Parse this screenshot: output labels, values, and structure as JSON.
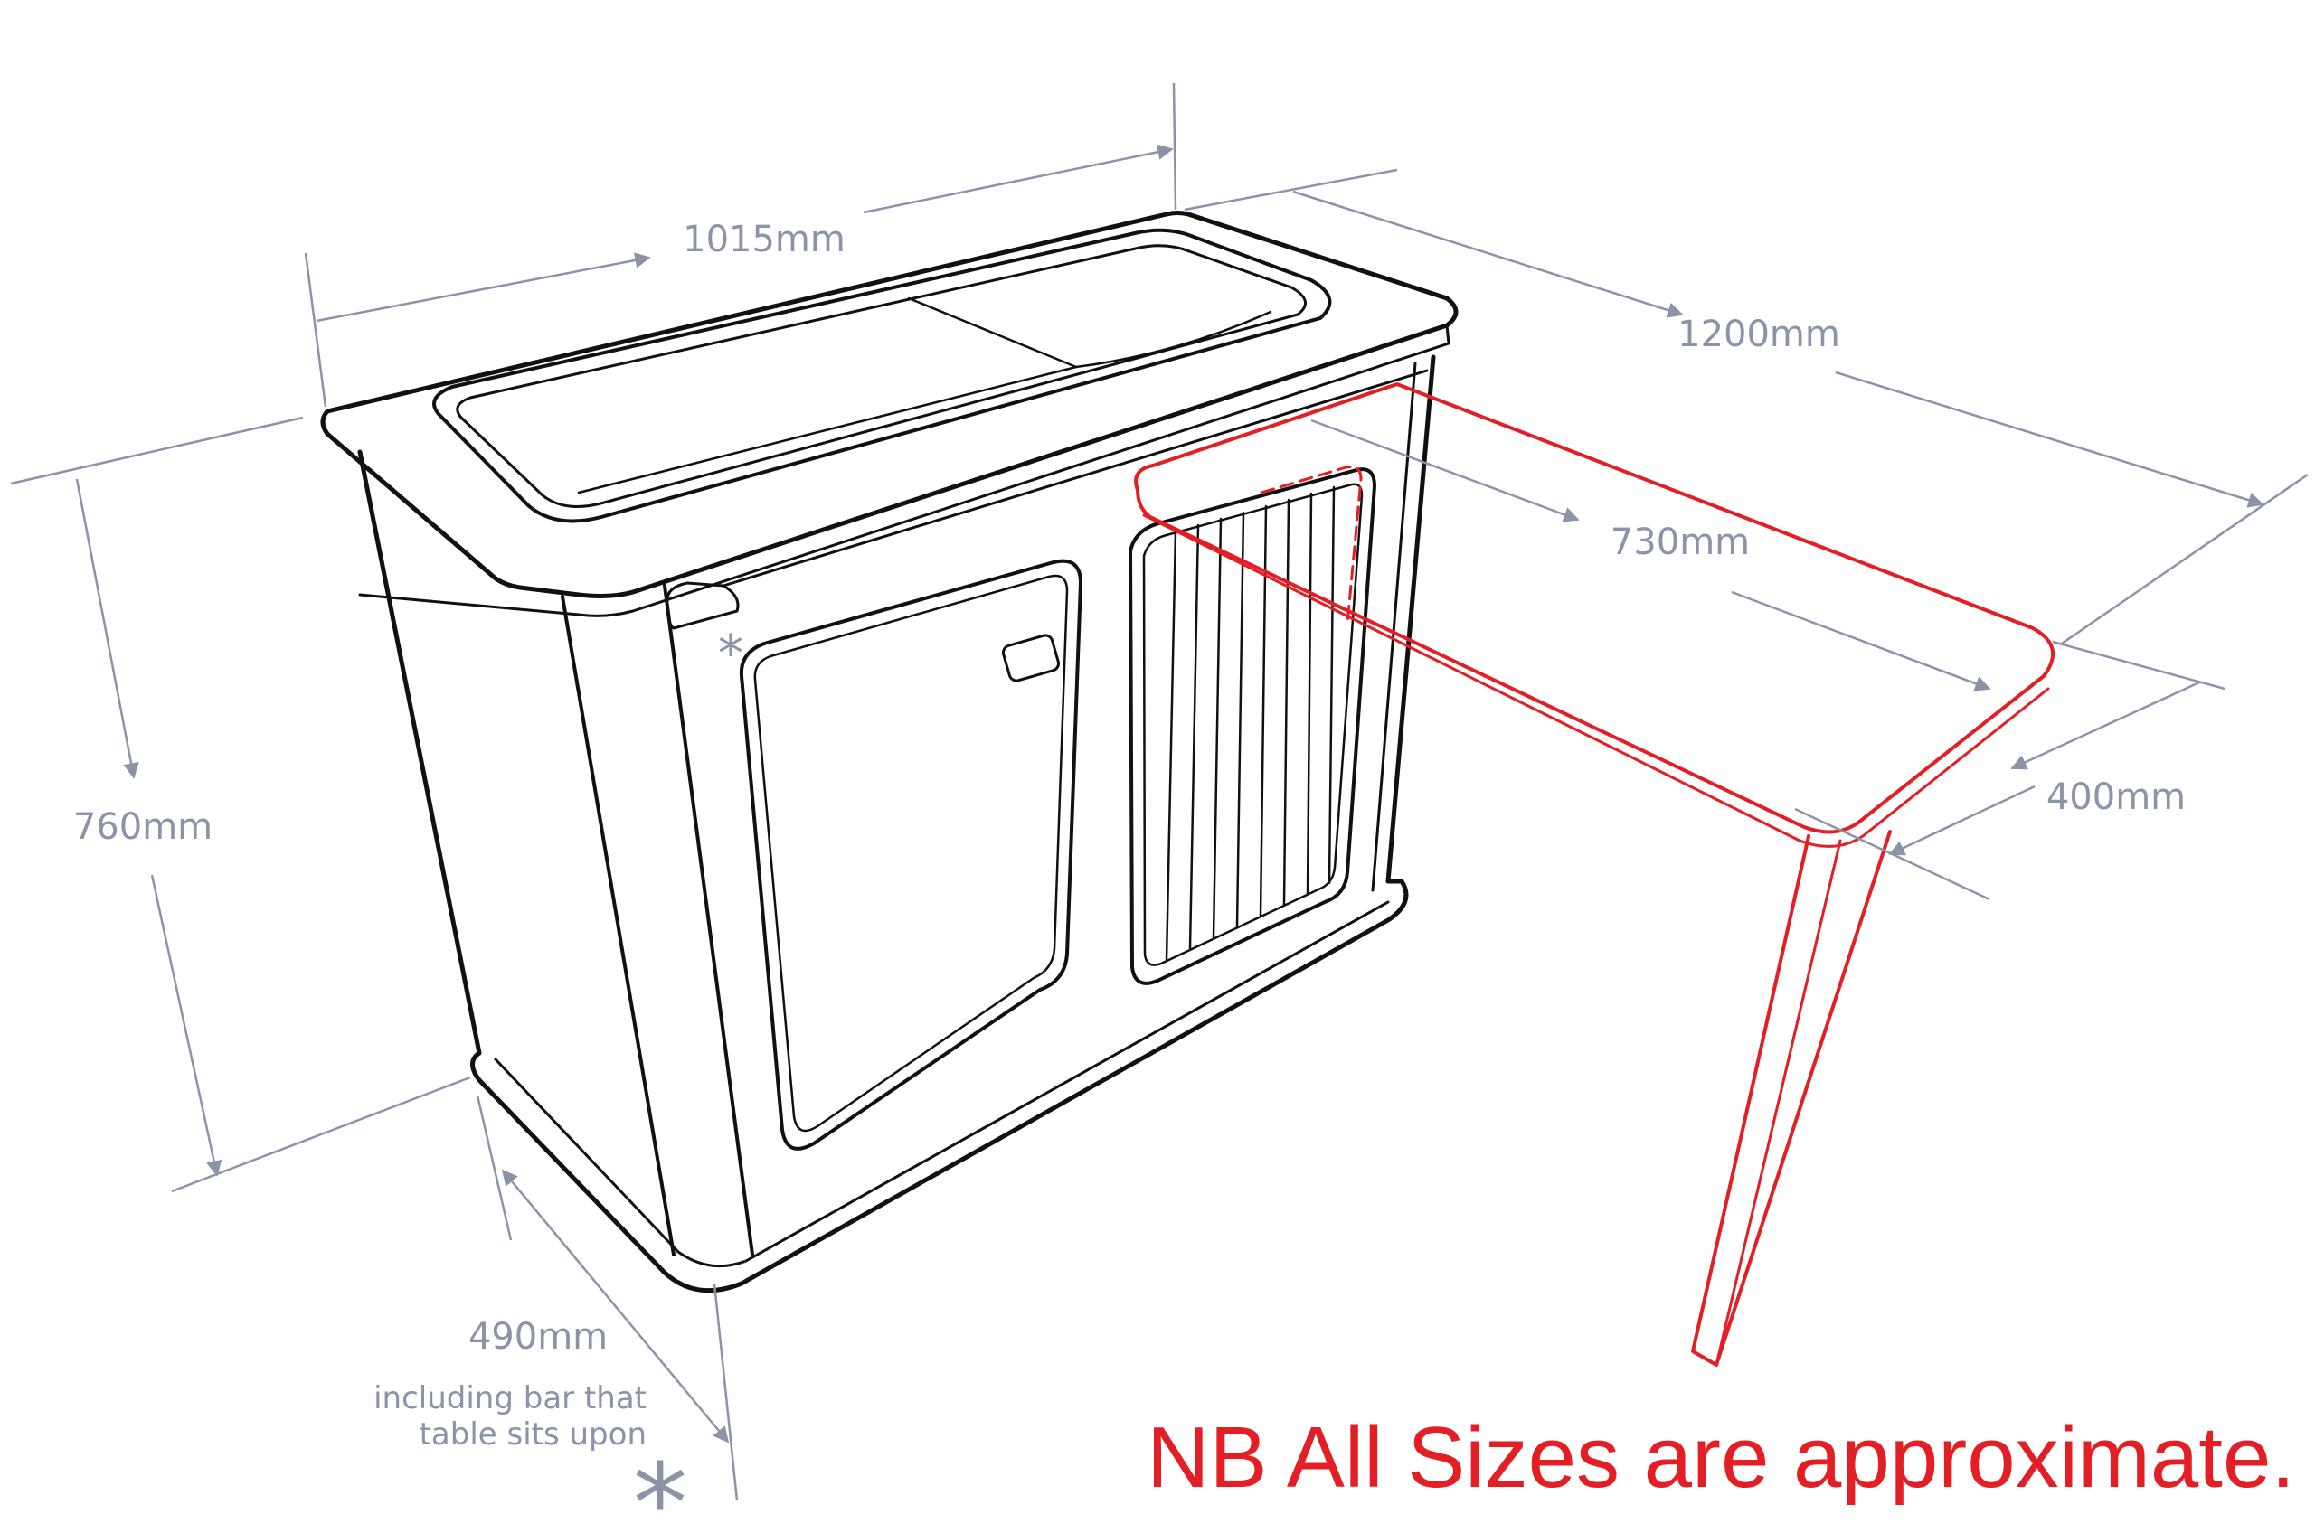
{
  "dimensions": {
    "width": "1015mm",
    "table_length": "1200mm",
    "table_depth_inner": "730mm",
    "table_width": "400mm",
    "height": "760mm",
    "depth": "490mm"
  },
  "depth_note": [
    "including bar that",
    "table sits upon"
  ],
  "asterisk": "*",
  "disclaimer": "NB All Sizes are approximate.",
  "colors": {
    "cabinet_line": "#111111",
    "table_line": "#e31e24",
    "dimension": "#8a93a8",
    "disclaimer": "#e31e24"
  }
}
